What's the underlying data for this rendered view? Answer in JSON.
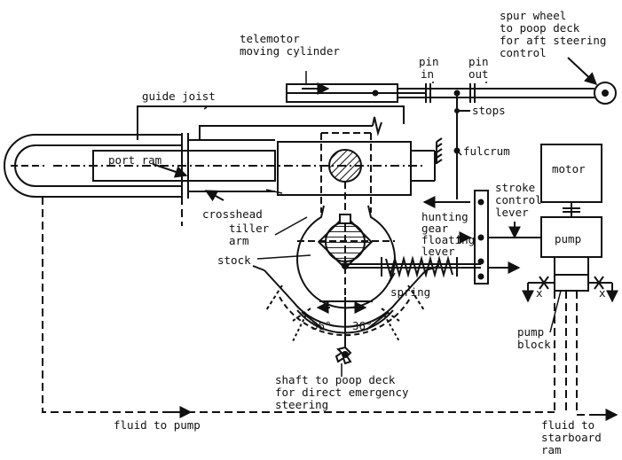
{
  "labels": {
    "spur_wheel": [
      "spur wheel",
      "to poop deck",
      "for aft steering",
      "control"
    ],
    "telemotor": [
      "telemotor",
      "moving cylinder"
    ],
    "pin_in": [
      "pin",
      "in"
    ],
    "pin_out": [
      "pin",
      "out"
    ],
    "guide_joist": "guide joist",
    "stops": "stops",
    "fulcrum": "fulcrum",
    "port_ram": "port ram",
    "motor": "motor",
    "stroke_control": [
      "stroke",
      "control",
      "lever"
    ],
    "crosshead": "crosshead",
    "hunting_gear": [
      "hunting",
      "gear",
      "floating",
      "lever"
    ],
    "tiller_arm": [
      "tiller",
      "arm"
    ],
    "pump": "pump",
    "stock": "stock",
    "spring": "spring",
    "x_left": "x",
    "x_right": "x",
    "angle_left": "36°",
    "angle_right": "36°",
    "pump_block": [
      "pump",
      "block"
    ],
    "shaft": [
      "shaft to poop deck",
      "for direct emergency",
      "steering"
    ],
    "fluid_to_pump": "fluid to pump",
    "fluid_to_starboard": [
      "fluid to",
      "starboard",
      "ram"
    ]
  }
}
